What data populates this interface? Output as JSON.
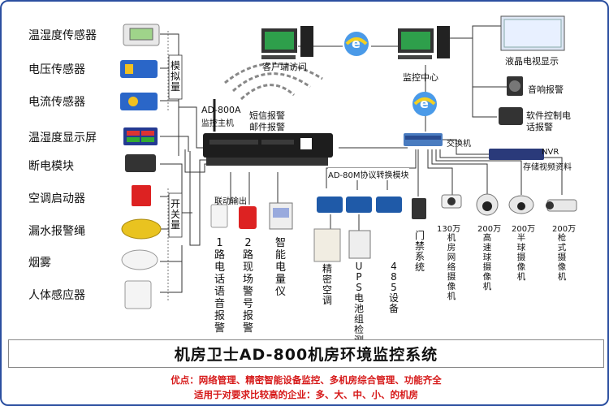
{
  "left_sensors": [
    "温湿度传感器",
    "电压传感器",
    "电流传感器",
    "温湿度显示屏",
    "断电模块",
    "空调启动器",
    "漏水报警绳",
    "烟雾",
    "人体感应器"
  ],
  "analog_label": "模拟量",
  "switch_label": "开关量",
  "host": {
    "model": "AD-800A",
    "name": "监控主机"
  },
  "sms_label": "短信报警",
  "mail_label": "邮件报警",
  "client_label": "客户端访问",
  "center_label": "监控中心",
  "lcd_label": "液晶电视显示",
  "speaker_label": "音响报警",
  "phone_label": "软件控制电话报警",
  "switch_device_label": "交换机",
  "nvr": {
    "model": "NVR",
    "desc": "存储视频资料"
  },
  "converter_label": "AD-80M协议转换模块",
  "linkage_label": "联动输出",
  "bottom_devices": [
    "1路电话语音报警",
    "2路现场警号报警",
    "智能电量仪",
    "精密空调",
    "UPS电池组检测",
    "485设备",
    "门禁系统"
  ],
  "cameras": [
    {
      "res": "130万",
      "name": "机房网络摄像机"
    },
    {
      "res": "200万",
      "name": "高速球摄像机"
    },
    {
      "res": "200万",
      "name": "半球摄像机"
    },
    {
      "res": "200万",
      "name": "枪式摄像机"
    }
  ],
  "title": "机房卫士AD-800机房环境监控系统",
  "advantages": "优点：网络管理、精密智能设备监控、多机房综合管理、功能齐全",
  "suitable": "适用于对要求比较高的企业：多、大、中、小、的机房",
  "colors": {
    "border": "#2b4fa0",
    "footer_text": "#d61818"
  }
}
